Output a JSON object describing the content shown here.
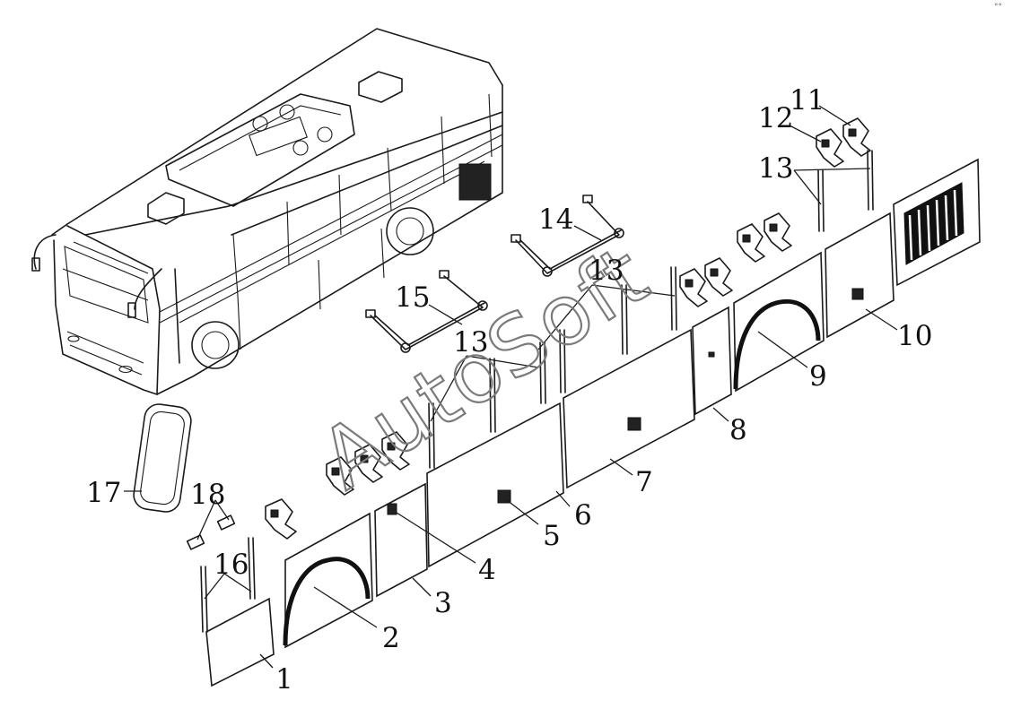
{
  "diagram": {
    "watermark": "AutoSoft",
    "corner_mark": "°°",
    "callouts": {
      "c1": "1",
      "c2": "2",
      "c3": "3",
      "c4": "4",
      "c5": "5",
      "c6": "6",
      "c7": "7",
      "c8": "8",
      "c9": "9",
      "c10": "10",
      "c11": "11",
      "c12": "12",
      "c13a": "13",
      "c13b": "13",
      "c13c": "13",
      "c14": "14",
      "c15": "15",
      "c16": "16",
      "c17": "17",
      "c18": "18"
    }
  }
}
